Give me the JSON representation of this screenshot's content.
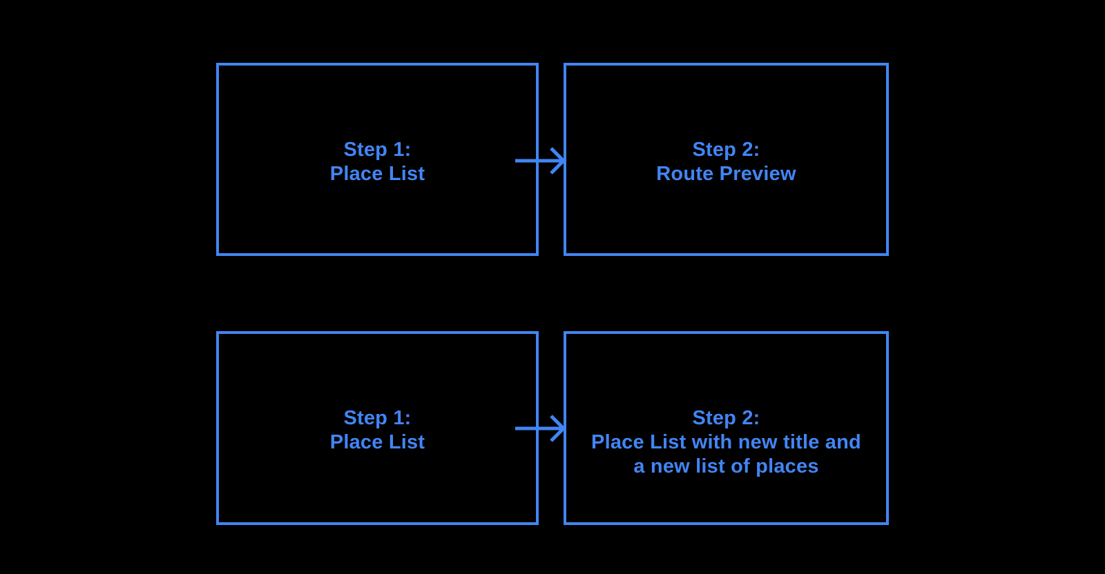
{
  "palette": {
    "background": "#000000",
    "accent": "#4285f4"
  },
  "flow": {
    "boxes": [
      {
        "id": "step1-top",
        "text": "Step 1:\nPlace List"
      },
      {
        "id": "step2-top",
        "text": "Step 2:\nRoute Preview"
      },
      {
        "id": "step1-bottom",
        "text": "Step 1:\nPlace List"
      },
      {
        "id": "step2-bottom",
        "text": "Step 2:\nPlace List with new title and\na new list of places"
      }
    ],
    "connectors": [
      {
        "icon": "arrow-right-icon",
        "from": "step1-top",
        "to": "step2-top"
      },
      {
        "icon": "arrow-right-icon",
        "from": "step1-bottom",
        "to": "step2-bottom"
      }
    ]
  }
}
